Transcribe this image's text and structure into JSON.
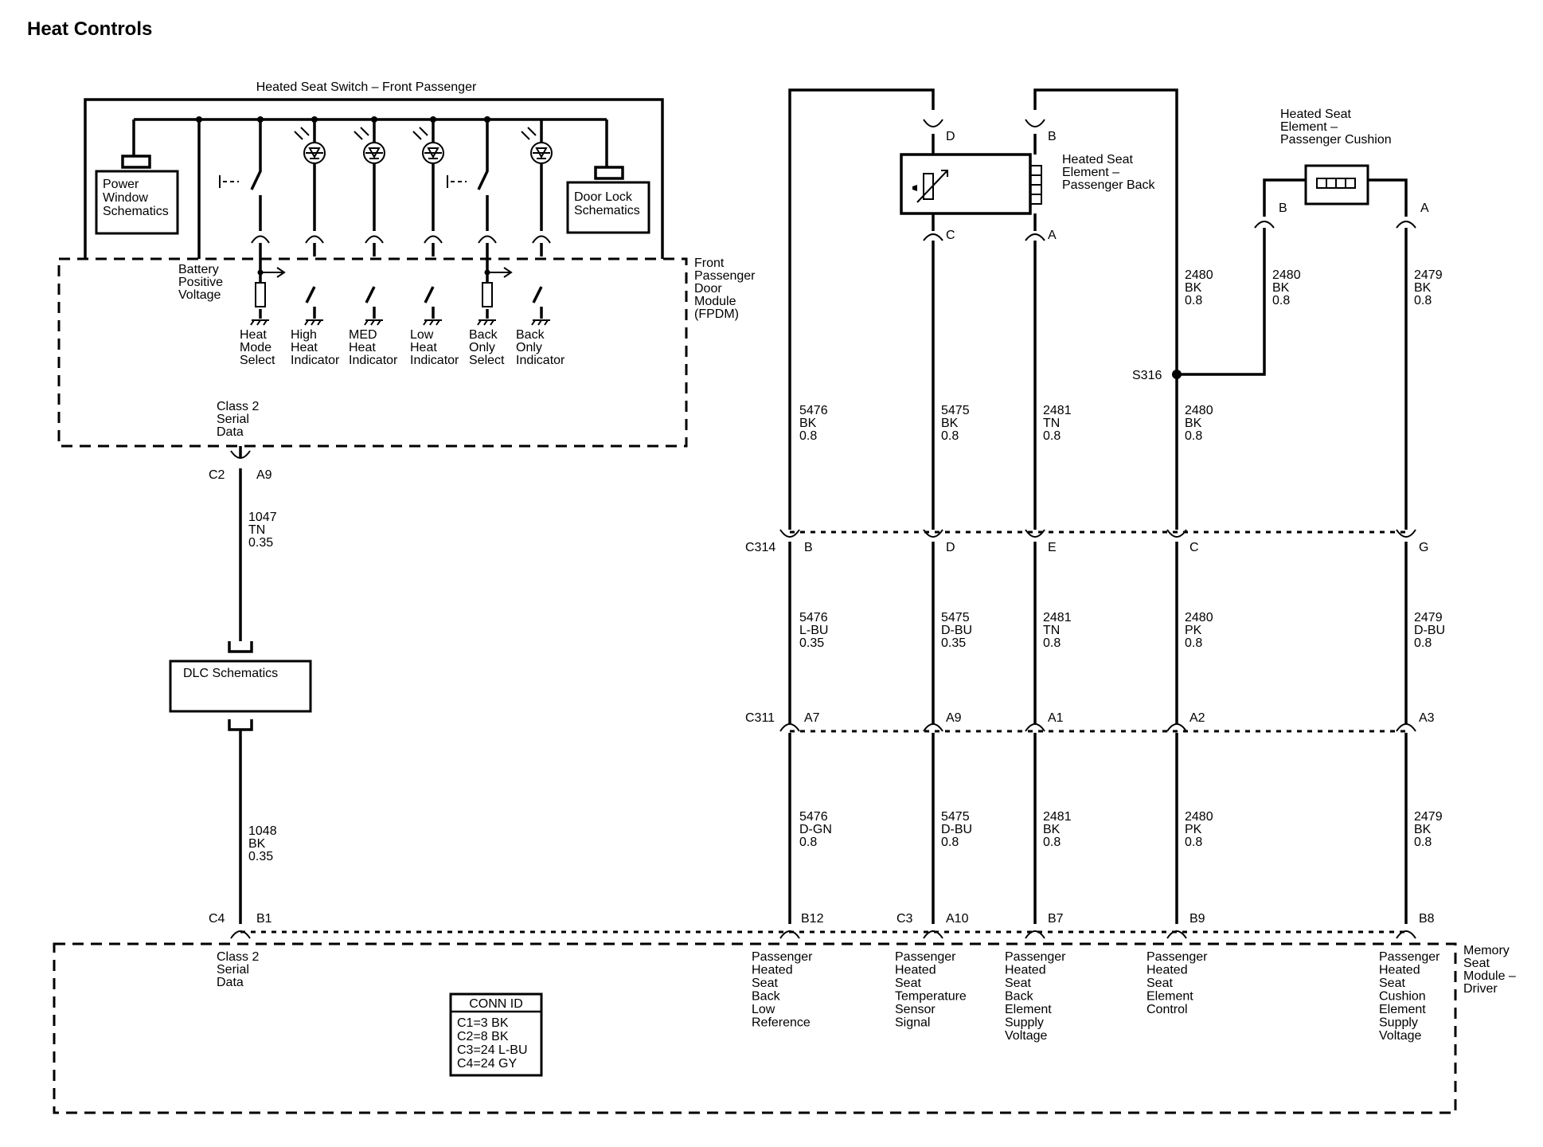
{
  "title": "Heat Controls",
  "switch_title": "Heated Seat Switch – Front Passenger",
  "power_window": [
    "Power",
    "Window",
    "Schematics"
  ],
  "door_lock": [
    "Door Lock",
    "Schematics"
  ],
  "battery": [
    "Battery",
    "Positive",
    "Voltage"
  ],
  "fpdm": [
    "Front",
    "Passenger",
    "Door",
    "Module",
    "(FPDM)"
  ],
  "switch_labels": [
    [
      "Heat",
      "Mode",
      "Select"
    ],
    [
      "High",
      "Heat",
      "Indicator"
    ],
    [
      "MED",
      "Heat",
      "Indicator"
    ],
    [
      "Low",
      "Heat",
      "Indicator"
    ],
    [
      "Back",
      "Only",
      "Select"
    ],
    [
      "Back",
      "Only",
      "Indicator"
    ]
  ],
  "class2_top": [
    "Class 2",
    "Serial",
    "Data"
  ],
  "c2": "C2",
  "a9_top": "A9",
  "wire_1047": [
    "1047",
    "TN",
    "0.35"
  ],
  "dlc": "DLC Schematics",
  "wire_1048": [
    "1048",
    "BK",
    "0.35"
  ],
  "c4": "C4",
  "b1": "B1",
  "class2_bottom": [
    "Class 2",
    "Serial",
    "Data"
  ],
  "conn_id": {
    "title": "CONN ID",
    "rows": [
      "C1=3 BK",
      "C2=8 BK",
      "C3=24 L-BU",
      "C4=24 GY"
    ]
  },
  "back_element": [
    "Heated Seat",
    "Element –",
    "Passenger Back"
  ],
  "cushion_element": [
    "Heated Seat",
    "Element –",
    "Passenger Cushion"
  ],
  "pins_top": {
    "d": "D",
    "b": "B",
    "c": "C",
    "a": "A",
    "cb": "B",
    "ca": "A"
  },
  "s316": "S316",
  "wires_upper": [
    [
      "5476",
      "BK",
      "0.8"
    ],
    [
      "5475",
      "BK",
      "0.8"
    ],
    [
      "2481",
      "TN",
      "0.8"
    ],
    [
      "2480",
      "BK",
      "0.8"
    ],
    [
      "2480",
      "BK",
      "0.8"
    ],
    [
      "2480",
      "BK",
      "0.8"
    ],
    [
      "2479",
      "BK",
      "0.8"
    ]
  ],
  "c314": "C314",
  "c314_pins": [
    "B",
    "D",
    "E",
    "C",
    "G"
  ],
  "wires_mid": [
    [
      "5476",
      "L-BU",
      "0.35"
    ],
    [
      "5475",
      "D-BU",
      "0.35"
    ],
    [
      "2481",
      "TN",
      "0.8"
    ],
    [
      "2480",
      "PK",
      "0.8"
    ],
    [
      "2479",
      "D-BU",
      "0.8"
    ]
  ],
  "c311": "C311",
  "c311_pins": [
    "A7",
    "A9",
    "A1",
    "A2",
    "A3"
  ],
  "wires_low": [
    [
      "5476",
      "D-GN",
      "0.8"
    ],
    [
      "5475",
      "D-BU",
      "0.8"
    ],
    [
      "2481",
      "BK",
      "0.8"
    ],
    [
      "2480",
      "PK",
      "0.8"
    ],
    [
      "2479",
      "BK",
      "0.8"
    ]
  ],
  "module_pins": [
    "B12",
    "A10",
    "B7",
    "B9",
    "B8"
  ],
  "c3": "C3",
  "module_labels": [
    [
      "Passenger",
      "Heated",
      "Seat",
      "Back",
      "Low",
      "Reference"
    ],
    [
      "Passenger",
      "Heated",
      "Seat",
      "Temperature",
      "Sensor",
      "Signal"
    ],
    [
      "Passenger",
      "Heated",
      "Seat",
      "Back",
      "Element",
      "Supply",
      "Voltage"
    ],
    [
      "Passenger",
      "Heated",
      "Seat",
      "Element",
      "Control"
    ],
    [
      "Passenger",
      "Heated",
      "Seat",
      "Cushion",
      "Element",
      "Supply",
      "Voltage"
    ]
  ],
  "memory_module": [
    "Memory",
    "Seat",
    "Module –",
    "Driver"
  ]
}
